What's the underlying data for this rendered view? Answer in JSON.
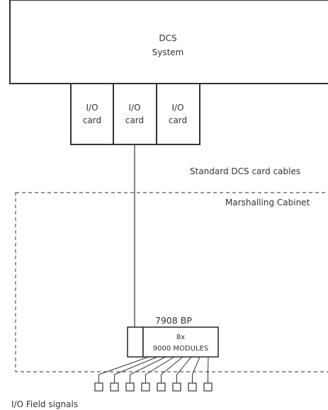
{
  "dcs_system": {
    "line1": "DCS",
    "line2": "System"
  },
  "io_cards": [
    {
      "line1": "I/O",
      "line2": "card"
    },
    {
      "line1": "I/O",
      "line2": "card"
    },
    {
      "line1": "I/O",
      "line2": "card"
    }
  ],
  "cable_label": "Standard DCS card cables",
  "cabinet_label": "Marshalling Cabinet",
  "backplane_label": "7908 BP",
  "modules": {
    "line1": "8x",
    "line2": "9000 MODULES"
  },
  "field_signals_label": "I/O Field signals",
  "field_terminal_count": 8,
  "colors": {
    "line": "#333333",
    "text": "#333333",
    "background": "#ffffff"
  }
}
